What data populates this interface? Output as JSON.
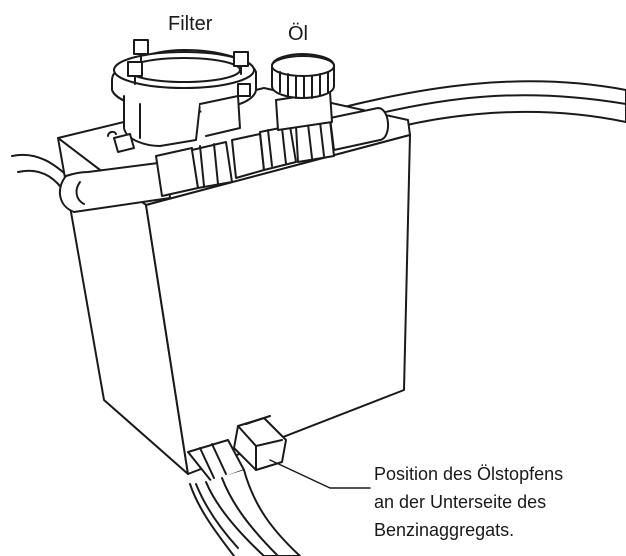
{
  "labels": {
    "filter": "Filter",
    "oil": "Öl"
  },
  "callout": {
    "line1": "Position des Ölstopfens",
    "line2": "an der Unterseite des",
    "line3": "Benzinaggregats."
  },
  "colors": {
    "ink": "#1a1a1a",
    "paper": "#ffffff"
  }
}
